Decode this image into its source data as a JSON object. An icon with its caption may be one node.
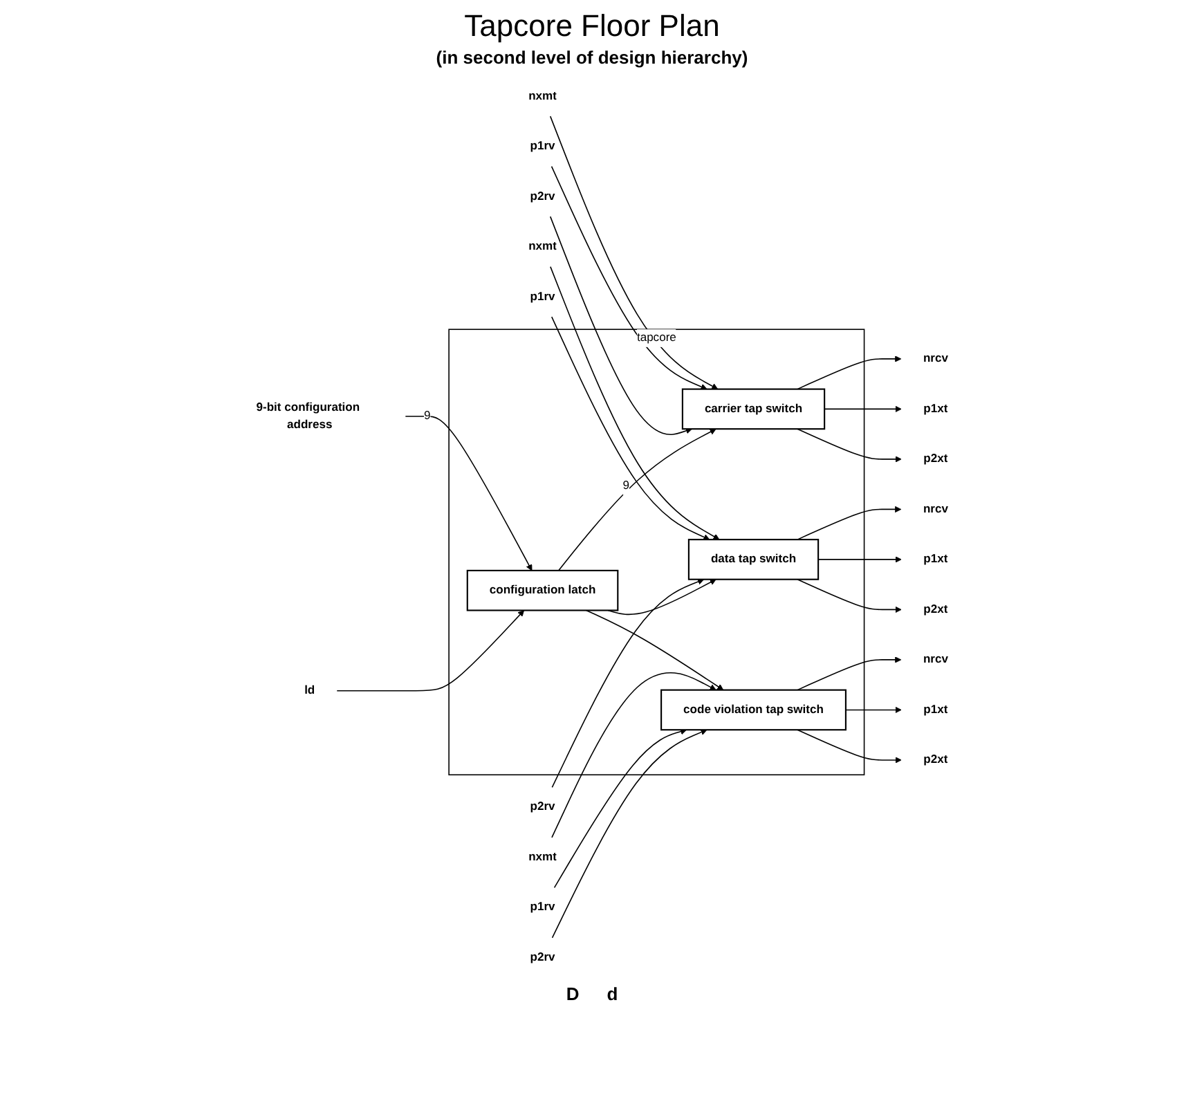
{
  "diagram": {
    "title": "Tapcore Floor Plan",
    "caption": "(in second level of design hierarchy)",
    "nodes": [
      {
        "text": [
          "tapcore"
        ]
      },
      {
        "text": [
          "carrier tap switch"
        ],
        "in": 0
      },
      {
        "text": [
          "data tap switch"
        ],
        "in": 0
      },
      {
        "text": [
          "configuration latch"
        ],
        "in": 0
      },
      {
        "text": [
          "code violation tap switch"
        ],
        "in": 0
      },
      {
        "text": [
          "nrcv"
        ]
      },
      {
        "text": [
          "p1xt"
        ]
      },
      {
        "text": [
          "p2xt"
        ]
      },
      {
        "text": [
          "nxmt"
        ]
      },
      {
        "text": [
          "p1rv"
        ]
      },
      {
        "text": [
          "p2rv"
        ]
      },
      {
        "text": [
          "nrcv"
        ]
      },
      {
        "text": [
          "p1xt"
        ]
      },
      {
        "text": [
          "p2xt"
        ]
      },
      {
        "text": [
          "nxmt"
        ]
      },
      {
        "text": [
          "p1rv"
        ]
      },
      {
        "text": [
          "p2rv"
        ]
      },
      {
        "text": [
          "9-bit configuration address"
        ]
      },
      {
        "text": [
          "ld"
        ]
      },
      {
        "text": [
          "nrcv"
        ]
      },
      {
        "text": [
          "p1xt"
        ]
      },
      {
        "text": [
          "p2xt"
        ]
      },
      {
        "text": [
          "nxmt"
        ]
      },
      {
        "text": [
          "p1rv"
        ]
      },
      {
        "text": [
          "p2rv"
        ]
      }
    ],
    "edges": [
      {
        "from": 1,
        "to": 5,
        "arrow": "to"
      },
      {
        "from": 1,
        "to": 6,
        "arrow": "to"
      },
      {
        "from": 1,
        "to": 7,
        "arrow": "to"
      },
      {
        "from": 8,
        "to": 1,
        "arrow": "to"
      },
      {
        "from": 9,
        "to": 1,
        "arrow": "to"
      },
      {
        "from": 10,
        "to": 1,
        "arrow": "to"
      },
      {
        "from": 2,
        "to": 11,
        "arrow": "to"
      },
      {
        "from": 2,
        "to": 12,
        "arrow": "to"
      },
      {
        "from": 2,
        "to": 13,
        "arrow": "to"
      },
      {
        "from": 14,
        "to": 2,
        "arrow": "to"
      },
      {
        "from": 15,
        "to": 2,
        "arrow": "to"
      },
      {
        "from": 16,
        "to": 2,
        "arrow": "to"
      },
      {
        "from": 17,
        "to": 3,
        "label": "9",
        "arrow": "to"
      },
      {
        "from": 18,
        "to": 3,
        "arrow": "to"
      },
      {
        "from": 3,
        "to": 1,
        "label": "9",
        "arrow": "to"
      },
      {
        "from": 3,
        "to": 2,
        "arrow": "to"
      },
      {
        "from": 3,
        "to": 4,
        "arrow": "to"
      },
      {
        "from": 4,
        "to": 19,
        "arrow": "to"
      },
      {
        "from": 4,
        "to": 20,
        "arrow": "to"
      },
      {
        "from": 4,
        "to": 21,
        "arrow": "to"
      },
      {
        "from": 22,
        "to": 4,
        "arrow": "to"
      },
      {
        "from": 23,
        "to": 4,
        "arrow": "to"
      },
      {
        "from": 24,
        "to": 4,
        "arrow": "to"
      }
    ],
    "labels": [
      "D",
      "d"
    ]
  }
}
